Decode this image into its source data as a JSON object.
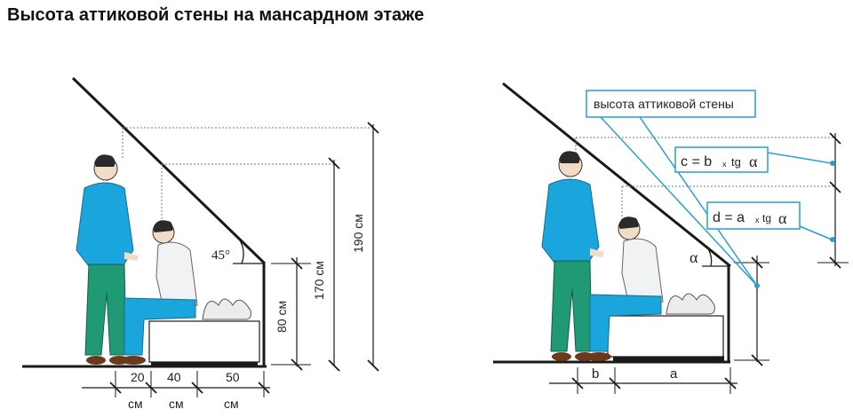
{
  "title": "Высота аттиковой стены на мансардном этаже",
  "left": {
    "angle_label": "45°",
    "dim_80": "80 см",
    "dim_170": "170 см",
    "dim_190": "190 см",
    "dim_20": "20",
    "dim_40": "40",
    "dim_50": "50",
    "unit": "см"
  },
  "right": {
    "callout_label": "высота аттиковой стены",
    "formula_c_lhs": "c = b",
    "formula_c_mid": "x",
    "formula_c_rhs": "tg",
    "formula_d_lhs": "d = a",
    "formula_d_mid": "x",
    "formula_d_rhs": "tg",
    "alpha": "α",
    "b": "b",
    "a": "a"
  },
  "colors": {
    "shirt": "#1aa6dc",
    "pants": "#1f9a75",
    "callout_line": "#2a9ed0",
    "line": "#1a1a1a",
    "shirt_white": "#f0f2f4"
  }
}
